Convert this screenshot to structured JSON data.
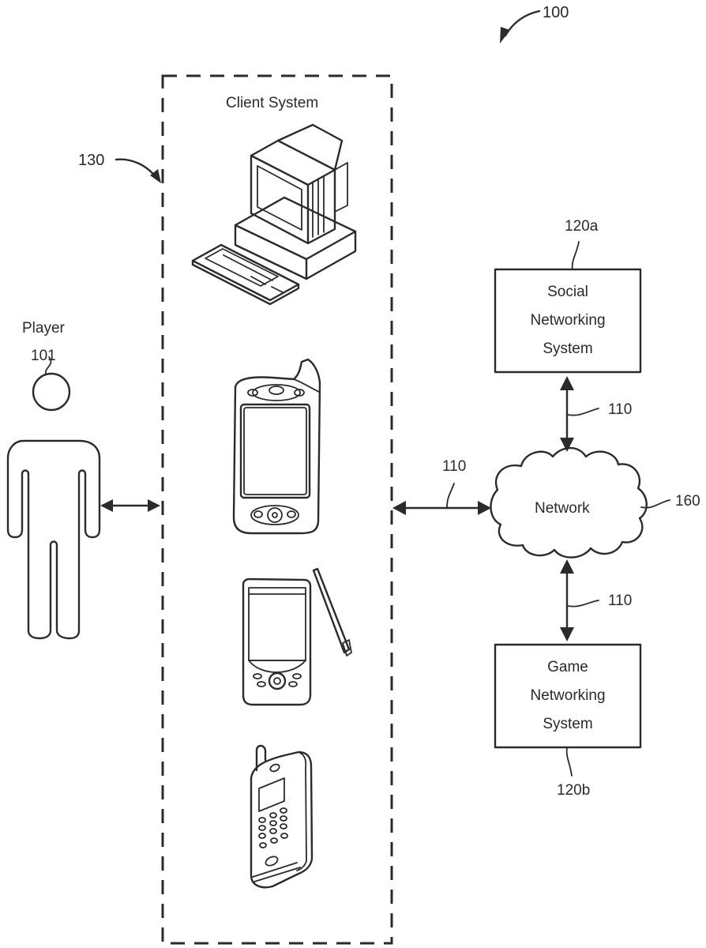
{
  "figure": {
    "reference_number": "100",
    "client_system": {
      "label": "Client System",
      "reference_number": "130"
    },
    "player": {
      "label": "Player",
      "reference_number": "101"
    },
    "network": {
      "label": "Network",
      "reference_number": "160"
    },
    "social_networking_system": {
      "lines": [
        "Social",
        "Networking",
        "System"
      ],
      "reference_number": "120a"
    },
    "game_networking_system": {
      "lines": [
        "Game",
        "Networking",
        "System"
      ],
      "reference_number": "120b"
    },
    "connections": [
      {
        "from": "player",
        "to": "client_system",
        "reference_number": ""
      },
      {
        "from": "client_system",
        "to": "network",
        "reference_number": "110"
      },
      {
        "from": "social_networking_system",
        "to": "network",
        "reference_number": "110"
      },
      {
        "from": "network",
        "to": "game_networking_system",
        "reference_number": "110"
      }
    ],
    "devices": [
      {
        "name": "desktop-computer"
      },
      {
        "name": "pda-phone"
      },
      {
        "name": "pocket-pc-with-stylus"
      },
      {
        "name": "mobile-phone"
      }
    ]
  }
}
